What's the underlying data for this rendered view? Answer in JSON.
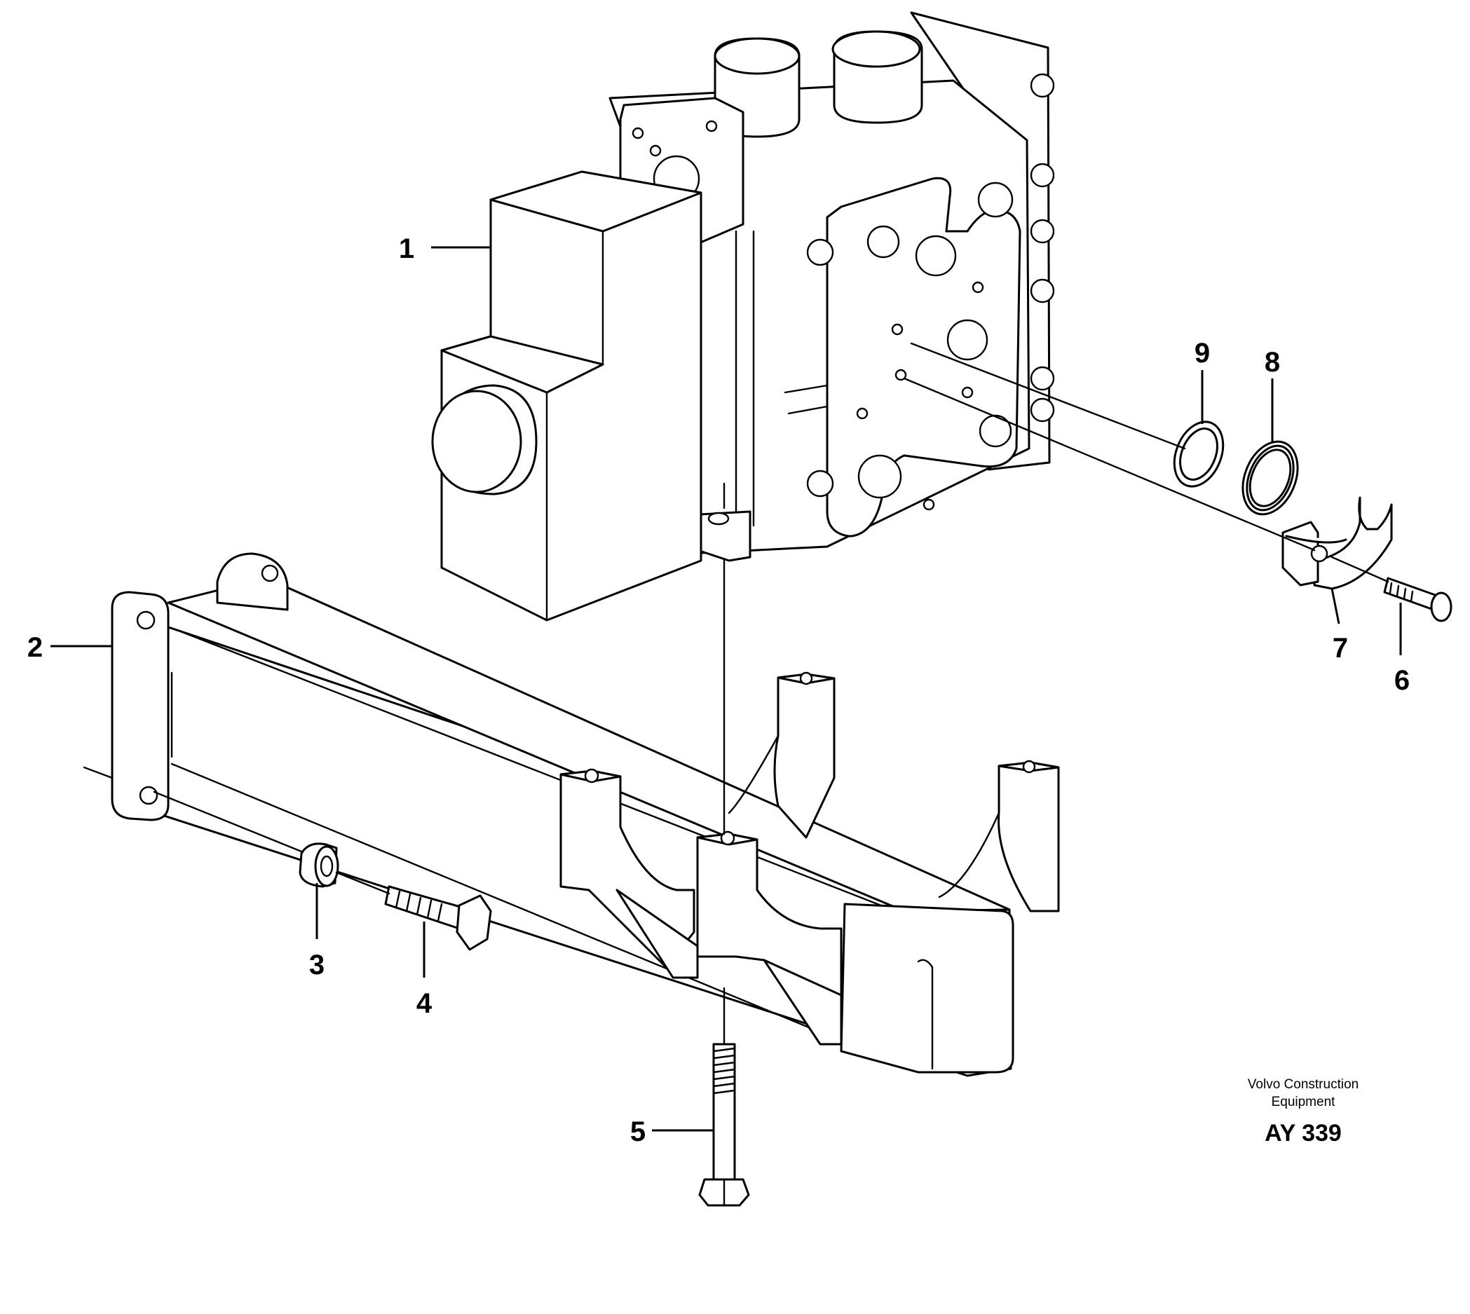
{
  "callouts": [
    {
      "id": "1",
      "label": "1"
    },
    {
      "id": "2",
      "label": "2"
    },
    {
      "id": "3",
      "label": "3"
    },
    {
      "id": "4",
      "label": "4"
    },
    {
      "id": "5",
      "label": "5"
    },
    {
      "id": "6",
      "label": "6"
    },
    {
      "id": "7",
      "label": "7"
    },
    {
      "id": "8",
      "label": "8"
    },
    {
      "id": "9",
      "label": "9"
    }
  ],
  "publisher": {
    "line1": "Volvo Construction",
    "line2": "Equipment",
    "code": "AY 339"
  }
}
